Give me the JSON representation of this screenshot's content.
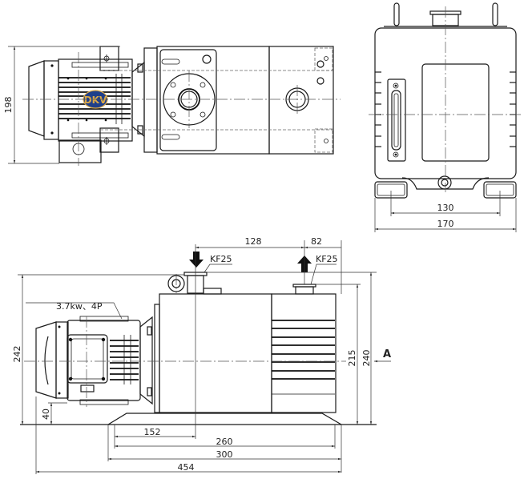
{
  "drawing": {
    "title": "Rotary vane vacuum pump outline dimensions",
    "logo_text": "DKV",
    "colors": {
      "line": "#1a1a1a",
      "logo_bg": "#1f3f8a",
      "logo_text": "#d9a84a"
    }
  },
  "top_view": {
    "dim_height": "198"
  },
  "end_view": {
    "dim_foot_spacing": "130",
    "dim_width": "170"
  },
  "side_view": {
    "motor_label": "3.7kw、4P",
    "inlet_label": "KF25",
    "outlet_label": "KF25",
    "dim_inlet_to_outlet": "128",
    "dim_outlet_to_end": "82",
    "dim_total_height": "242",
    "dim_base_height": "40",
    "dim_height_215": "215",
    "dim_height_240": "240",
    "view_marker": "A",
    "dim_base_to_inlet": "152",
    "dim_foot_span": "260",
    "dim_base_length": "300",
    "dim_total_length": "454"
  }
}
